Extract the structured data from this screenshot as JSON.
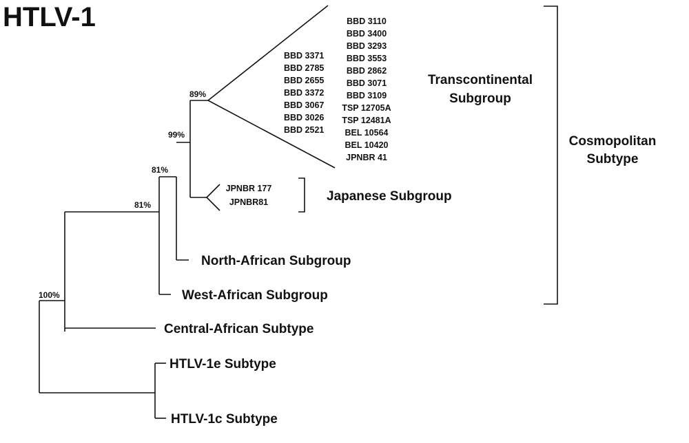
{
  "title": "HTLV-1",
  "bootstrap": [
    "100%",
    "81%",
    "81%",
    "99%",
    "89%"
  ],
  "transcontinental": {
    "leaves_left": [
      "BBD 3371",
      "BBD 2785",
      "BBD 2655",
      "BBD 3372",
      "BBD 3067",
      "BBD 3026",
      "BBD 2521"
    ],
    "leaves_right": [
      "BBD 3110",
      "BBD 3400",
      "BBD 3293",
      "BBD 3553",
      "BBD 2862",
      "BBD 3071",
      "BBD 3109",
      "TSP 12705A",
      "TSP 12481A",
      "BEL 10564",
      "BEL 10420",
      "JPNBR 41"
    ],
    "label_line1": "Transcontinental",
    "label_line2": "Subgroup"
  },
  "japanese": {
    "leaves": [
      "JPNBR 177",
      "JPNBR81"
    ],
    "label": "Japanese Subgroup"
  },
  "north_african": "North-African Subgroup",
  "west_african": "West-African Subgroup",
  "central_african": "Central-African Subtype",
  "htlv1e": "HTLV-1e Subtype",
  "htlv1c": "HTLV-1c Subtype",
  "cosmopolitan": {
    "line1": "Cosmopolitan",
    "line2": "Subtype"
  }
}
